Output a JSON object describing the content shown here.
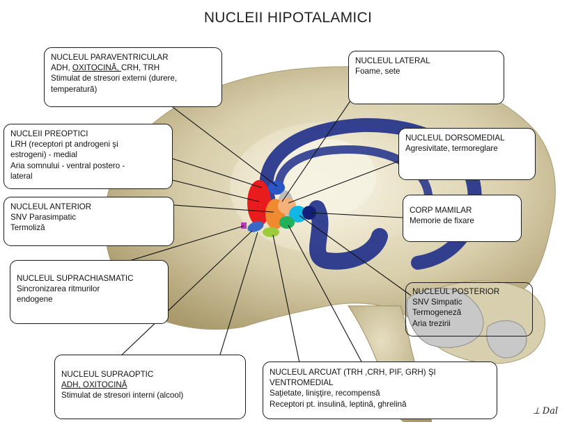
{
  "title": "NUCLEII HIPOTALAMICI",
  "boxes": {
    "paraventricular": {
      "name": "NUCLEUL PARAVENTRICULAR",
      "hormones_a": "ADH, ",
      "hormones_b": "OXITOCINĂ, ",
      "hormones_c": "CRH, TRH",
      "l3": "Stimulat de stresori externi (durere,",
      "l4": "temperatură)"
    },
    "lateral": {
      "name": "NUCLEUL LATERAL",
      "l2": "Foame, sete"
    },
    "preoptici": {
      "name": "NUCLEII PREOPTICI",
      "l2": "LRH (receptori pt androgeni şi",
      "l3": "estrogeni) - medial",
      "l4": "Aria somnului - ventral postero -",
      "l5": "lateral"
    },
    "dorsomedial": {
      "name": "NUCLEUL DORSOMEDIAL",
      "l2": "Agresivitate, termoreglare"
    },
    "anterior": {
      "name": "NUCLEUL ANTERIOR",
      "l2": "SNV Parasimpatic",
      "l3": "Termoliză"
    },
    "mamilar": {
      "name": "CORP MAMILAR",
      "l2": "Memorie de fixare"
    },
    "suprachiasmatic": {
      "name": "NUCLEUL SUPRACHIASMATIC",
      "l2": "Sincronizarea ritmurilor",
      "l3": "endogene"
    },
    "posterior": {
      "name": "NUCLEUL POSTERIOR",
      "l2": "SNV Simpatic",
      "l3": "Termogeneză",
      "l4": "Aria trezirii"
    },
    "supraoptic": {
      "name": "NUCLEUL SUPRAOPTIC",
      "l2": "ADH, OXITOCINĂ",
      "l3": "Stimulat de stresori interni (alcool)"
    },
    "arcuat": {
      "name": "NUCLEUL ARCUAT  (TRH ,CRH, PIF, GRH) ŞI",
      "l2": "VENTROMEDIAL",
      "l3": "Saţietate, linişţire,  recompensă",
      "l4": "Receptori pt. insulină, leptină, ghrelină"
    }
  },
  "signature": "⟂ Dal",
  "colors": {
    "brain": "#cbbf9a",
    "brain_edge": "#a89a70",
    "inner_light": "#f4f0dd",
    "tract": "#1f2f8a",
    "preoptic": "#e81c1c",
    "paraventricular": "#2a56c8",
    "lateral_nucleus": "#b7b7b7",
    "dorsomedial": "#f3b27a",
    "anterior": "#f08a30",
    "ventromedial": "#22b05a",
    "arcuate": "#9ccc3c",
    "posterior": "#12b7e6",
    "mamillary": "#13207a",
    "suprachiasmatic": "#b33bb5",
    "supraoptic": "#3a68c4",
    "cerebellum_gray": "#c8c8c8"
  }
}
